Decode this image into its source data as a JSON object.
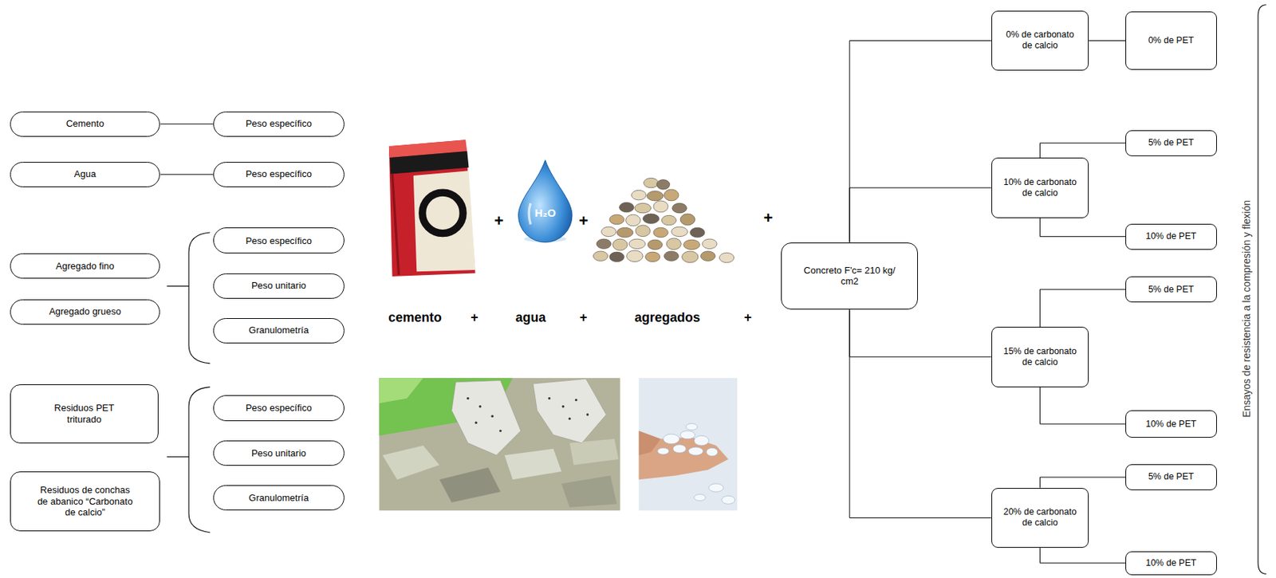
{
  "diagram": {
    "nodes": [
      {
        "text": [
          "Cemento"
        ]
      },
      {
        "text": [
          "Peso específico"
        ]
      },
      {
        "text": [
          "Agua"
        ]
      },
      {
        "text": [
          "Peso específico"
        ]
      },
      {
        "text": [
          "Agregado fino"
        ]
      },
      {
        "text": [
          "Agregado grueso"
        ]
      },
      {
        "text": [
          "Peso específico"
        ]
      },
      {
        "text": [
          "Peso unitario"
        ]
      },
      {
        "text": [
          "Granulometría"
        ]
      },
      {
        "text": [
          "Residuos PET triturado"
        ]
      },
      {
        "text": [
          "Residuos de conchas de abanico “Carbonato de calcio”"
        ]
      },
      {
        "text": [
          "Peso específico"
        ]
      },
      {
        "text": [
          "Peso unitario"
        ]
      },
      {
        "text": [
          "Granulometría"
        ]
      },
      {
        "text": [
          "Concreto F'c= 210 kg/ cm2"
        ]
      },
      {
        "text": [
          "0% de carbonato de calcio"
        ]
      },
      {
        "text": [
          "0% de PET"
        ]
      },
      {
        "text": [
          "10% de carbonato de calcio"
        ]
      },
      {
        "text": [
          "5% de PET"
        ]
      },
      {
        "text": [
          "10% de PET"
        ]
      },
      {
        "text": [
          "15% de carbonato de calcio"
        ]
      },
      {
        "text": [
          "5% de PET"
        ]
      },
      {
        "text": [
          "10% de PET"
        ]
      },
      {
        "text": [
          "20% de carbonato de calcio"
        ]
      },
      {
        "text": [
          "5% de PET"
        ]
      },
      {
        "text": [
          "10% de PET"
        ]
      }
    ],
    "edges": [
      {
        "from": 0,
        "to": 1,
        "arrow": "none"
      },
      {
        "from": 2,
        "to": 3,
        "arrow": "none"
      },
      {
        "from": 14,
        "to": 15,
        "arrow": "none"
      },
      {
        "from": 14,
        "to": 17,
        "arrow": "none"
      },
      {
        "from": 14,
        "to": 20,
        "arrow": "none"
      },
      {
        "from": 14,
        "to": 23,
        "arrow": "none"
      },
      {
        "from": 15,
        "to": 16,
        "arrow": "none"
      },
      {
        "from": 17,
        "to": 18,
        "arrow": "none"
      },
      {
        "from": 17,
        "to": 19,
        "arrow": "none"
      },
      {
        "from": 20,
        "to": 21,
        "arrow": "none"
      },
      {
        "from": 20,
        "to": 22,
        "arrow": "none"
      },
      {
        "from": 23,
        "to": 24,
        "arrow": "none"
      },
      {
        "from": 23,
        "to": 25,
        "arrow": "none"
      }
    ],
    "labels": [
      "+",
      "H₂O",
      "+",
      "+",
      "cemento",
      "+",
      "agua",
      "+",
      "agregados",
      "+",
      "Ensayos de resistencia a la compresión y flexión"
    ]
  }
}
